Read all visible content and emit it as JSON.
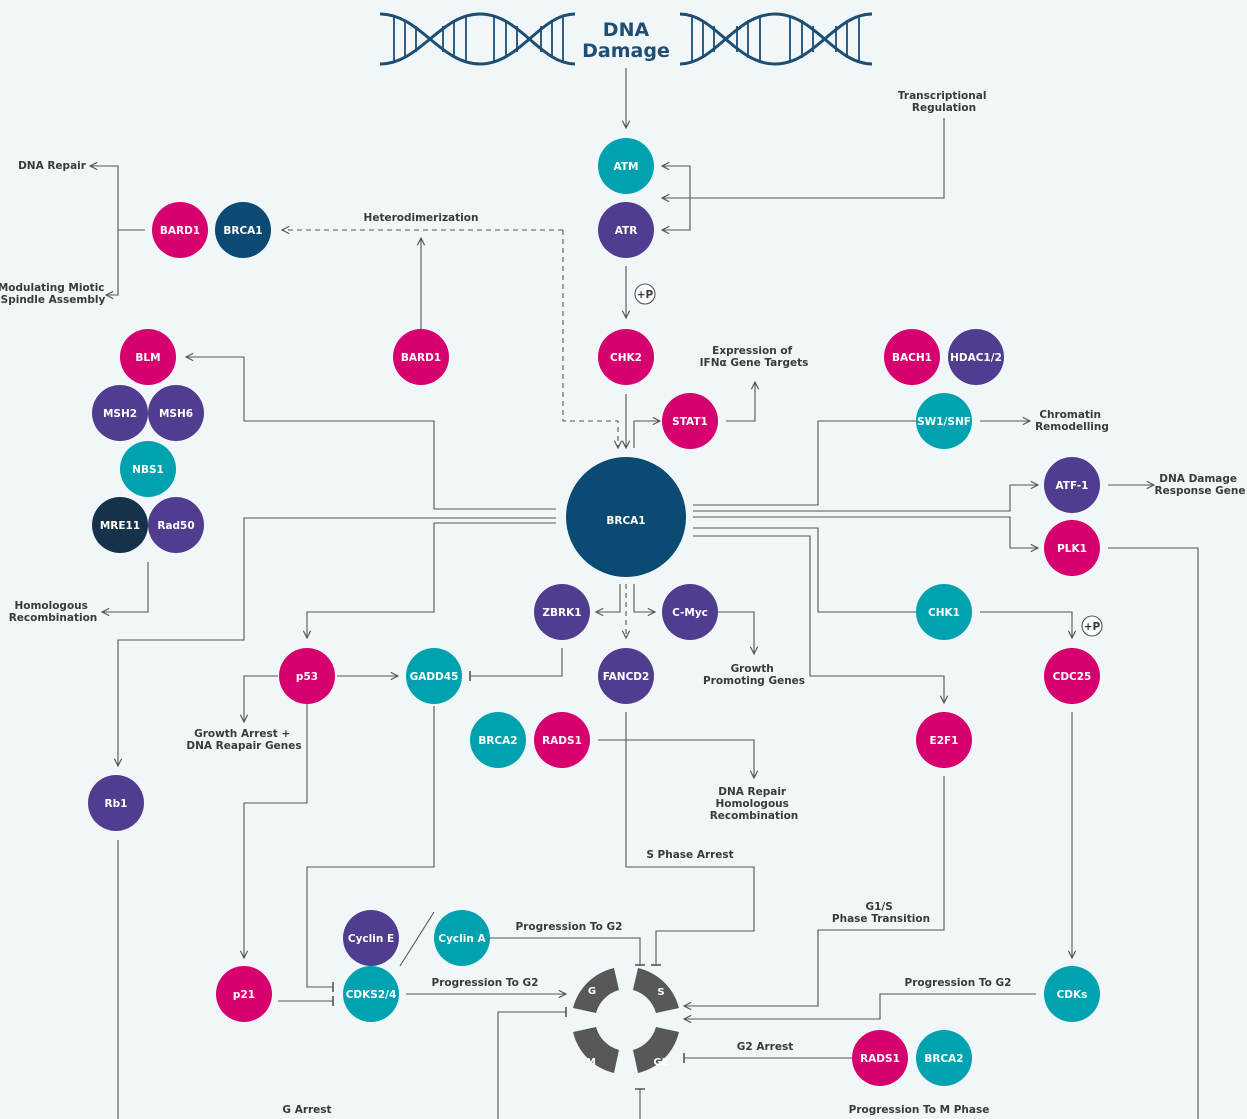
{
  "title": {
    "line1": "DNA",
    "line2": "Damage"
  },
  "colors": {
    "magenta": "#d6006e",
    "purple": "#503d8f",
    "teal": "#00a2b0",
    "navy": "#0b4a72",
    "darknavy": "#16324a"
  },
  "nodes": {
    "atm": "ATM",
    "atr": "ATR",
    "chk2": "CHK2",
    "bard1_top": "BARD1",
    "brca1_top": "BRCA1",
    "bard1_mid": "BARD1",
    "blm": "BLM",
    "msh2": "MSH2",
    "msh6": "MSH6",
    "nbs1": "NBS1",
    "mre11": "MRE11",
    "rad50": "Rad50",
    "stat1": "STAT1",
    "bach1": "BACH1",
    "hdac": "HDAC1/2",
    "swsnf": "SW1/SNF",
    "brca1_center": "BRCA1",
    "atf1": "ATF-1",
    "plk1": "PLK1",
    "chk1": "CHK1",
    "cdc25": "CDC25",
    "zbrk1": "ZBRK1",
    "cmyc": "C-Myc",
    "fancd2": "FANCD2",
    "p53": "p53",
    "gadd45": "GADD45",
    "brca2_mid": "BRCA2",
    "rads1_mid": "RADS1",
    "e2f1": "E2F1",
    "rb1": "Rb1",
    "cycline": "Cyclin E",
    "cyclina": "Cyclin A",
    "p21": "p21",
    "cdks24": "CDKS2/4",
    "cdks": "CDKs",
    "rads1_bot": "RADS1",
    "brca2_bot": "BRCA2"
  },
  "labels": {
    "transcriptional": [
      "Transcriptional",
      "Regulation"
    ],
    "dna_repair": "DNA Repair",
    "modulating": [
      "Modulating Miotic",
      "Spindle Assembly"
    ],
    "heterodimerization": "Heterodimerization",
    "plus_p": "+P",
    "expression": [
      "Expression of",
      "IFNα Gene Targets"
    ],
    "chromatin": [
      "Chromatin",
      "Remodelling"
    ],
    "dna_damage_response": [
      "DNA Damage",
      "Response Gene"
    ],
    "homologous": [
      "Homologous",
      "Recombination"
    ],
    "growth_promoting": [
      "Growth",
      "Promoting Genes"
    ],
    "growth_arrest": [
      "Growth Arrest +",
      "DNA Reapair Genes"
    ],
    "dna_repair_homologous": [
      "DNA Repair",
      "Homologous",
      "Recombination"
    ],
    "s_phase_arrest": "S Phase Arrest",
    "g1s": [
      "G1/S",
      "Phase Transition"
    ],
    "progression_g2_a": "Progression To G2",
    "progression_g2_b": "Progression To G2",
    "progression_g2_c": "Progression To G2",
    "g2_arrest": "G2 Arrest",
    "g_arrest": "G Arrest",
    "progression_m": "Progression To M Phase",
    "cycle": {
      "g": "G",
      "s": "S",
      "m": "M",
      "g2": "G2"
    }
  }
}
